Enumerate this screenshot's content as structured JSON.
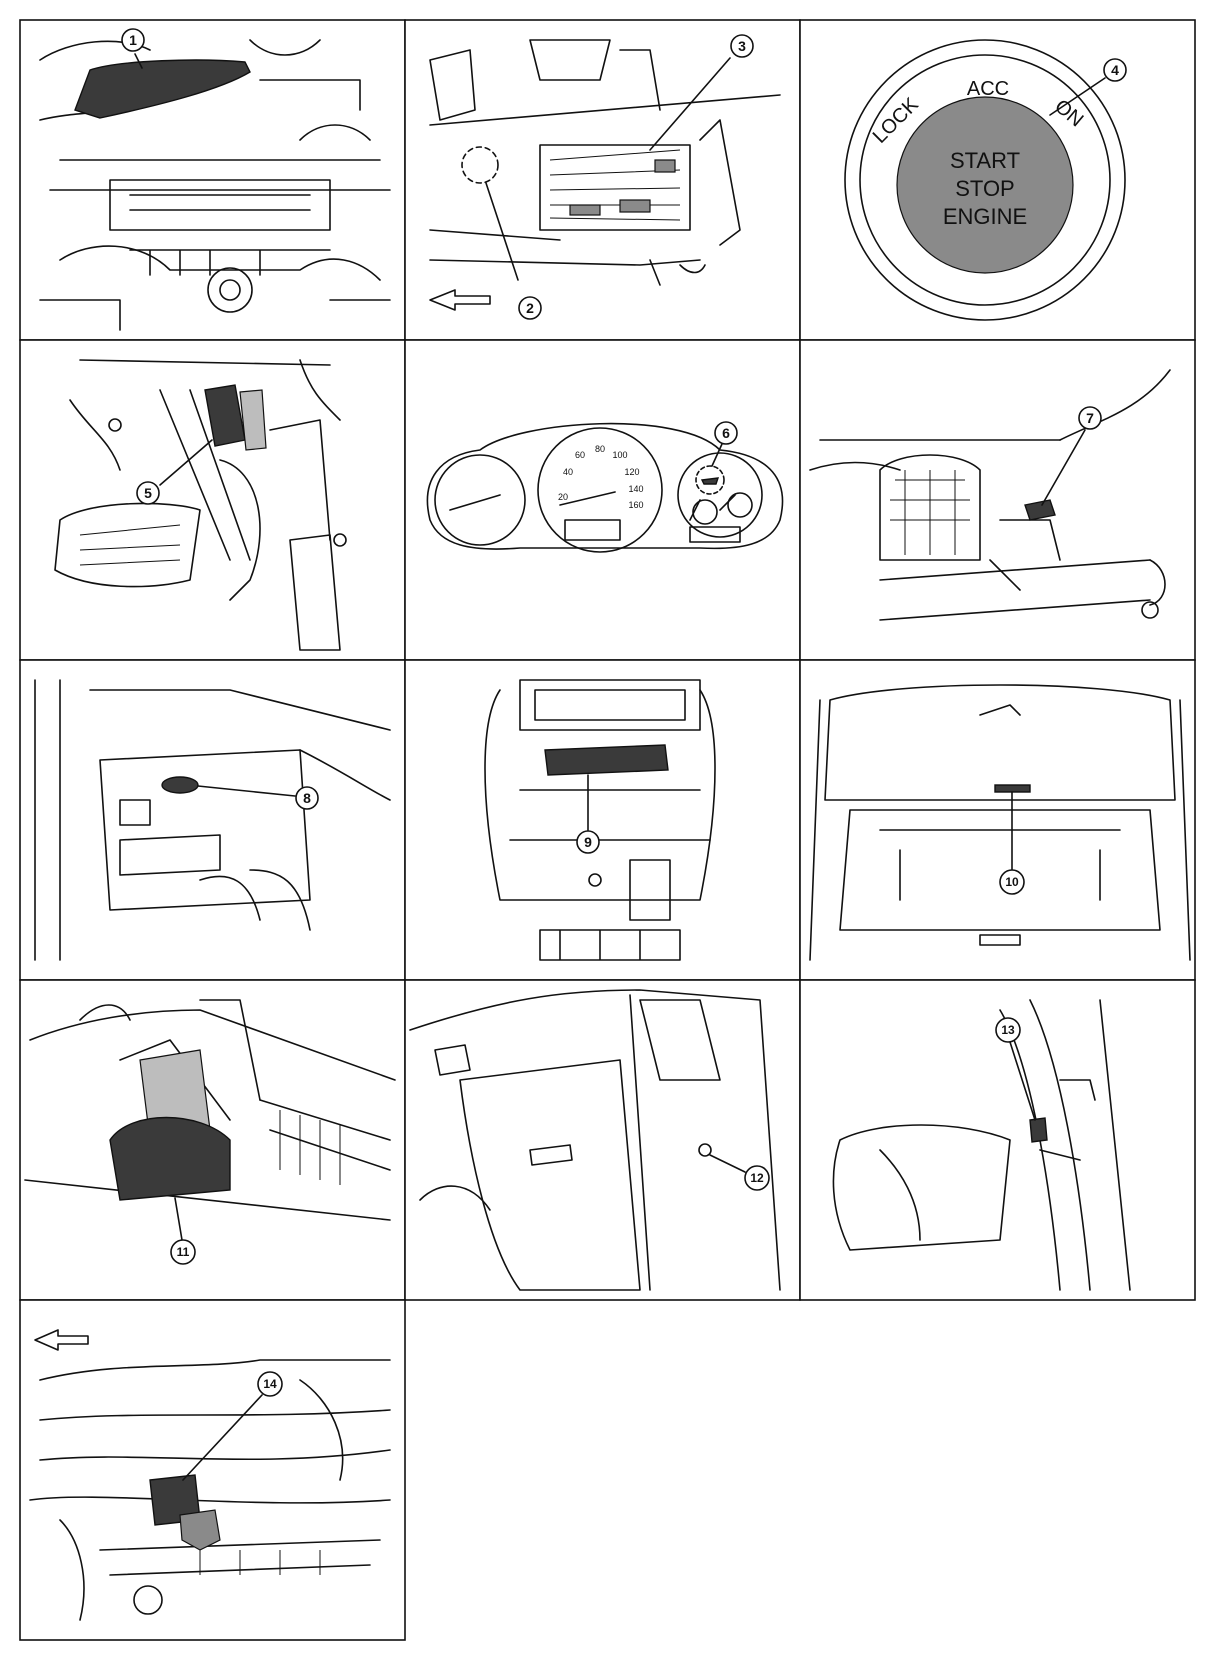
{
  "switch": {
    "positions": [
      "LOCK",
      "ACC",
      "ON"
    ],
    "button_lines": [
      "START",
      "STOP",
      "ENGINE"
    ]
  },
  "gauge": {
    "speed_ticks": [
      "20",
      "40",
      "60",
      "80",
      "100",
      "120",
      "140",
      "160"
    ]
  },
  "callouts": [
    "1",
    "2",
    "3",
    "4",
    "5",
    "6",
    "7",
    "8",
    "9",
    "10",
    "11",
    "12",
    "13",
    "14"
  ],
  "colors": {
    "line": "#111111",
    "shade_dark": "#3a3a3a",
    "shade_mid": "#8a8a8a",
    "shade_light": "#bdbdbd"
  }
}
